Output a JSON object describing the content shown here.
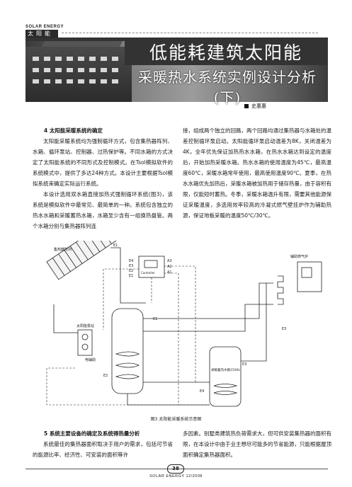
{
  "header": {
    "magazine_en": "SOLAR ENERGY",
    "magazine_cn": "太阳能",
    "title": "低能耗建筑太阳能",
    "subtitle": "采暖热水系统实例设计分析(下)",
    "author": "史惠惠"
  },
  "section4": {
    "heading": "4  太阳能采暖系统的确定",
    "para1": "太阳能采暖系统均为强制循环方式，包含集热器阵列、水箱、循环泵站、控制器、过热保护等。不同水箱的方式决定了太阳能系统的不同形式及控制模式。在Tsol模拟软件的系统模式中，提供了多达24种方式。本设计主要根据Tsol模拟系统来确定实际运行系统。",
    "para2": "本设计选用双水箱直接加热式强制循环系统(图3)，该系统是模拟软件中最常见、最简单的一种。系统包含独立的热水水箱和采暖蓄热水箱，水箱至少含有一组换热盘管。两个水箱分别与集热器阵列连",
    "para3": "接，组成两个独立的回路，两个回路均通过集热器与水箱处的温差控制循环泵启动。太阳能循环泵启动温差为8K，关闭温差为4K，全年优先保证加热热水水箱，在热水水箱达到设定的温度后，开始加热采暖水箱。热水水箱的使用温度为45℃，最高温度60℃，采暖水箱常年使用，最高使用温度90℃。夏季，在热水水箱优先加热后，采暖水箱被加热用于储存热量，由于容积有限，仅能短时蓄热。冬季，采暖水箱温升有限，需要其他能源保证采暖温度，多选用效率较高的冷凝式燃气壁挂炉作为辅助热源，保证地板采暖的温度50℃/30℃。"
  },
  "figure": {
    "caption": "图3  太阳能采暖系统示意图",
    "labels": {
      "collector": "集热器阵列",
      "e1": "E1",
      "e2": "E2",
      "e3": "E3",
      "e4": "E4",
      "controller": "Controller",
      "a1": "A1",
      "a2": "A2",
      "a3": "A3",
      "pump_station": "太阳能泵站",
      "electric_aux": "电辅助",
      "boiler": "辅助燃气炉",
      "heating_tank": "采暖蓄热水箱1500L"
    }
  },
  "section5": {
    "heading": "5  系统主要设备的确定及系统得热量分析",
    "para1": "系统最佳的集热器面积取决于用户的需求，包括可节省的能源比率、经济性、可安装的面积等许",
    "para2": "多因素。别墅类建筑热负荷需求大，但可供安装集热器的面积有限，在本设计中由于业主想尽可能多的节省能源，只能根据屋顶面积确定集热器面积。"
  },
  "footer": {
    "page_number": "38",
    "journal": "SOLAR ENERGY 12/2008"
  }
}
